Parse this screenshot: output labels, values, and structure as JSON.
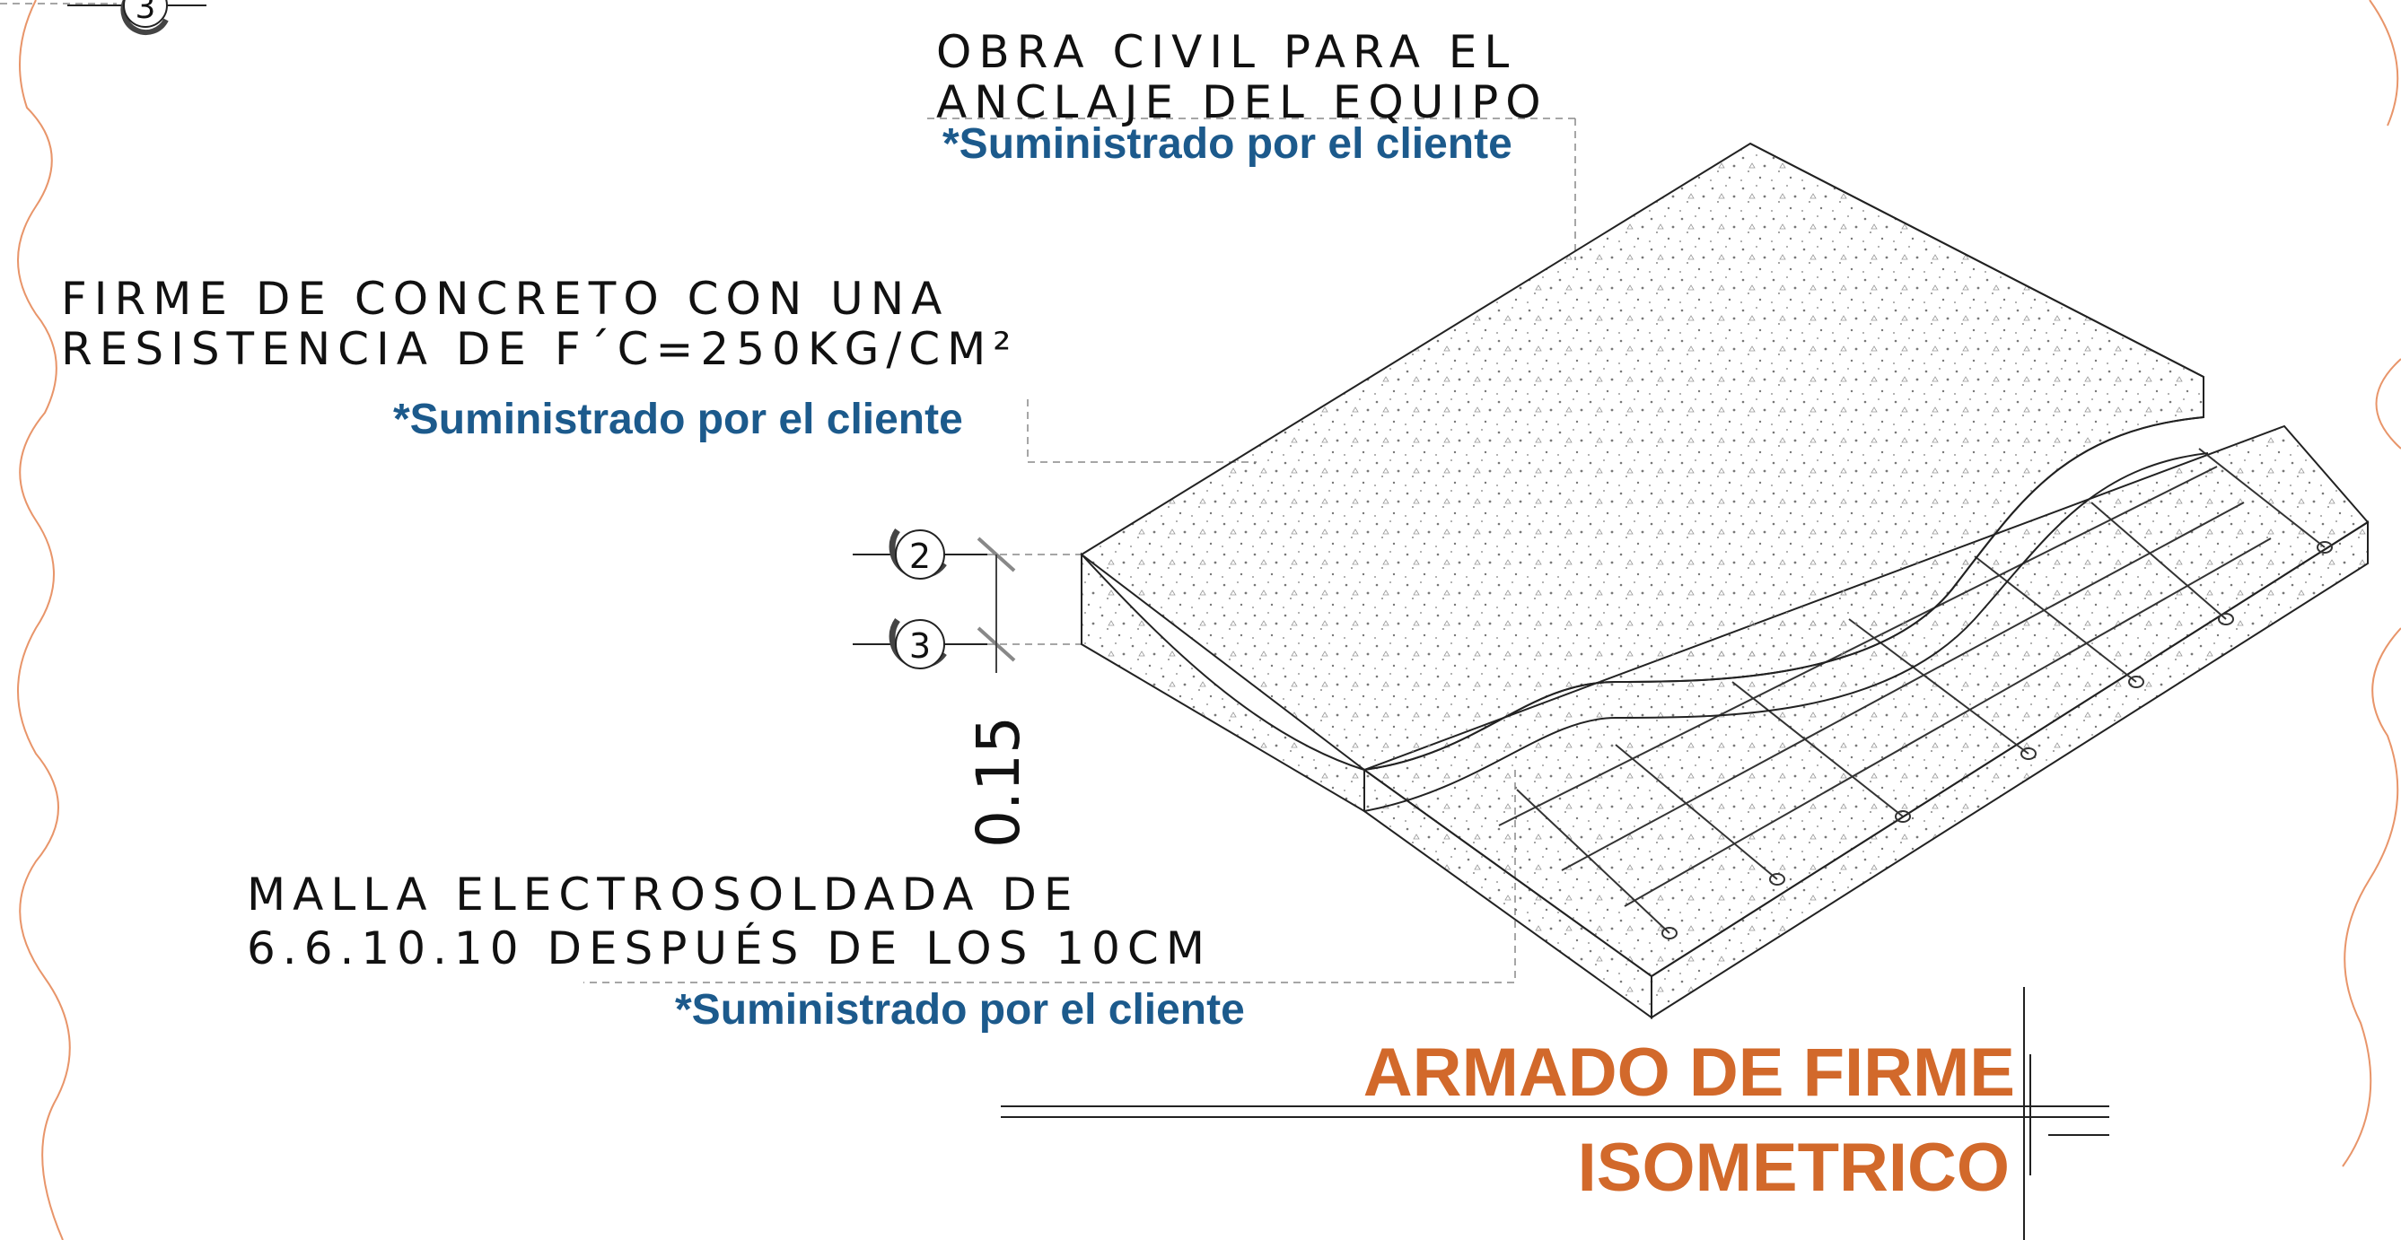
{
  "labels": {
    "anchor_note": [
      "OBRA CIVIL PARA EL",
      "ANCLAJE DEL EQUIPO"
    ],
    "slab_note": [
      "FIRME DE CONCRETO CON UNA",
      "RESISTENCIA DE F´C=250KG/CM²"
    ],
    "mesh_note": [
      "MALLA ELECTROSOLDADA DE",
      "6.6.10.10 DESPUÉS DE LOS 10CM"
    ],
    "supplied_by_client": "*Suministrado por el cliente"
  },
  "markers": {
    "top_left": "3",
    "level_top": "2",
    "level_bottom": "3"
  },
  "dimension": "0.15",
  "title": {
    "main": "ARMADO DE FIRME",
    "sub": "ISOMETRICO"
  },
  "colors": {
    "title": "#d2692b",
    "supply_note": "#1c5a8c",
    "border": "#e8956a"
  }
}
